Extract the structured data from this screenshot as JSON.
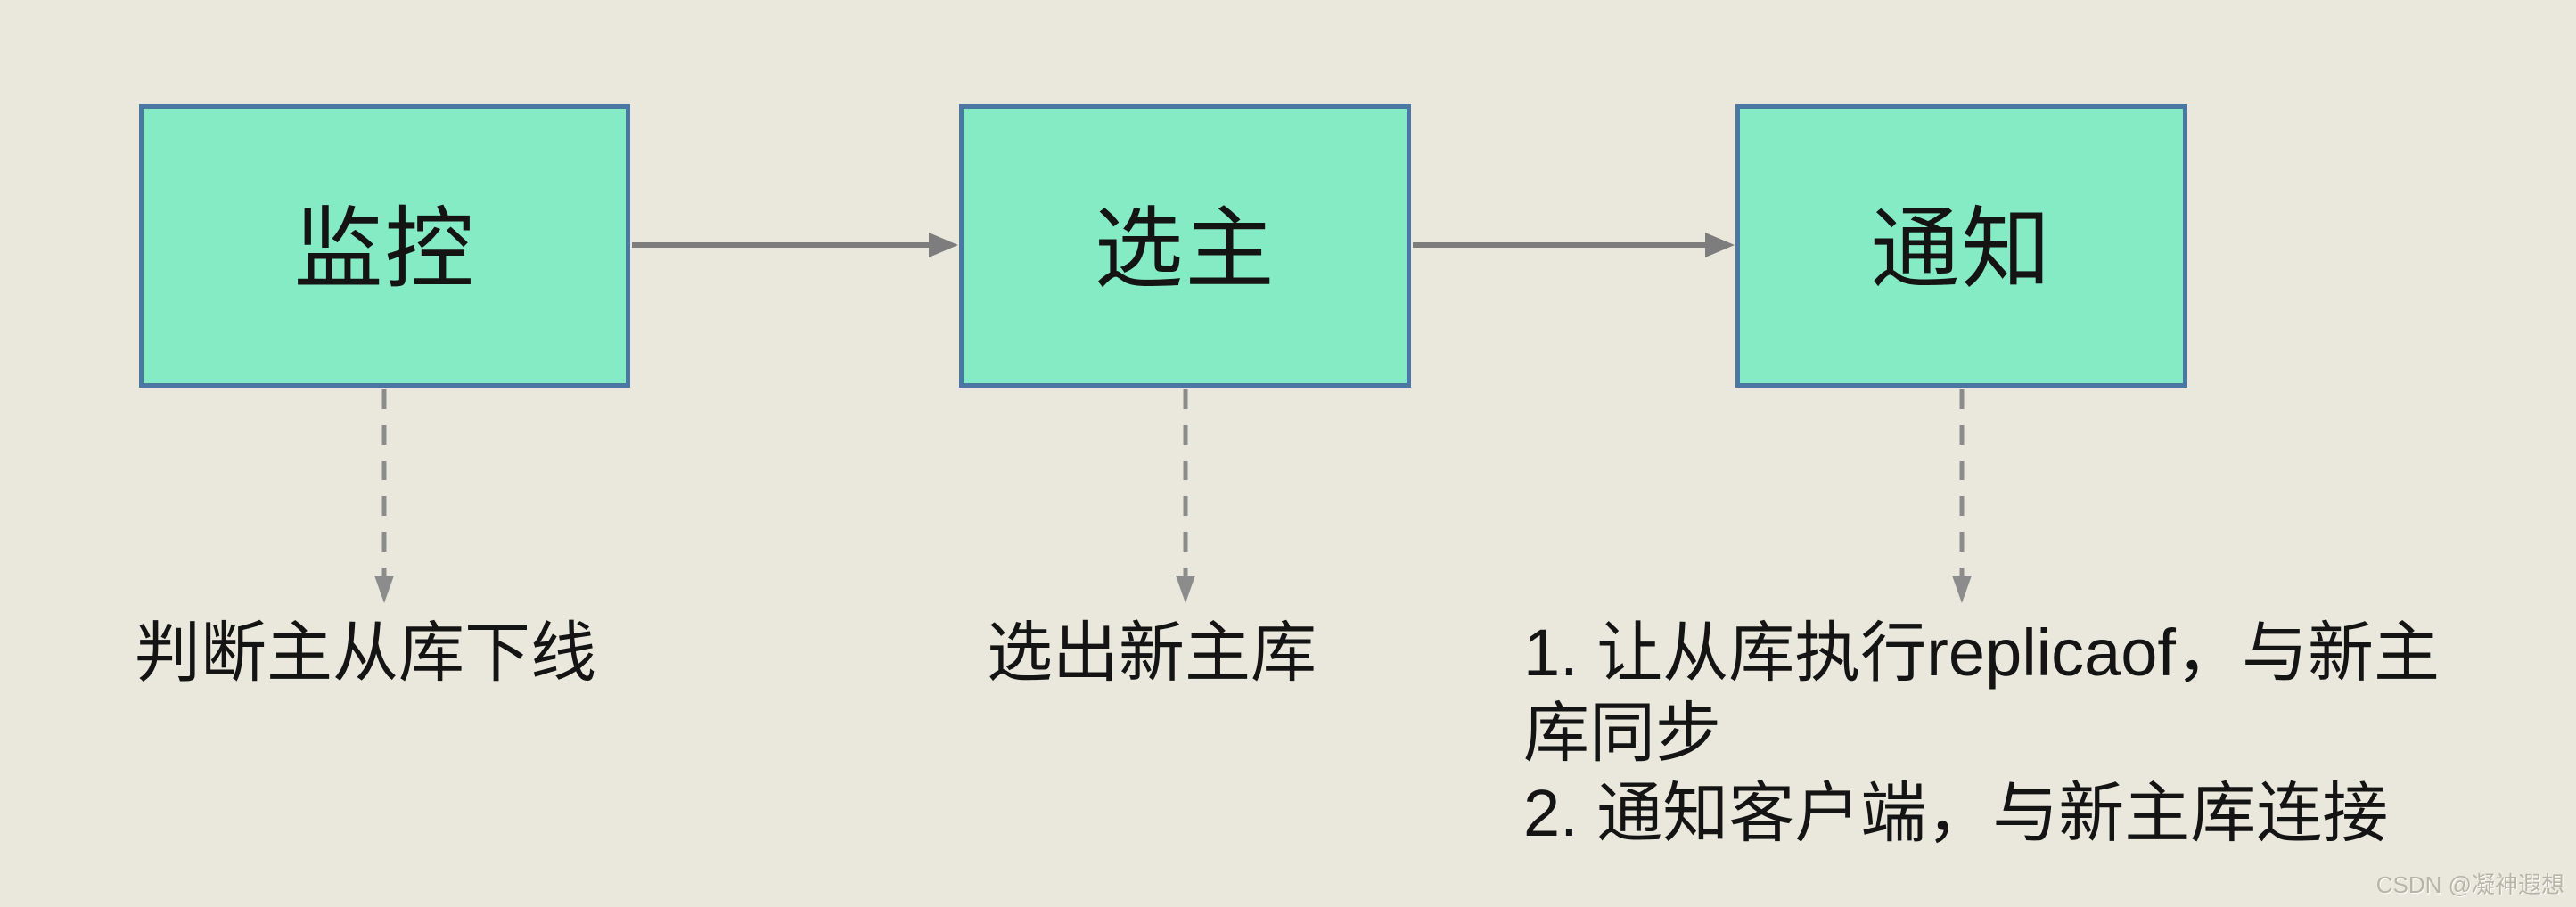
{
  "diagram": {
    "nodes": [
      {
        "id": "monitor",
        "label": "监控",
        "description": "判断主从库下线"
      },
      {
        "id": "elect-master",
        "label": "选主",
        "description": "选出新主库"
      },
      {
        "id": "notify",
        "label": "通知",
        "description_items": [
          "1. 让从库执行replicaof，与新主库同步",
          "2. 通知客户端，与新主库连接"
        ],
        "description_lines": [
          "1. 让从库执行replicaof，与新主",
          "库同步",
          "2. 通知客户端，与新主库连接"
        ]
      }
    ],
    "flow": [
      "monitor -> elect-master",
      "elect-master -> notify"
    ],
    "colors": {
      "background": "#EAE8DC",
      "node_fill": "#85EBC4",
      "node_border": "#4B77A3",
      "arrow": "#7D7D7D",
      "dashed_arrow": "#8C8C8C",
      "text": "#141414",
      "watermark": "#B8B4A7"
    }
  },
  "watermark": {
    "text": "CSDN @凝神遐想"
  }
}
